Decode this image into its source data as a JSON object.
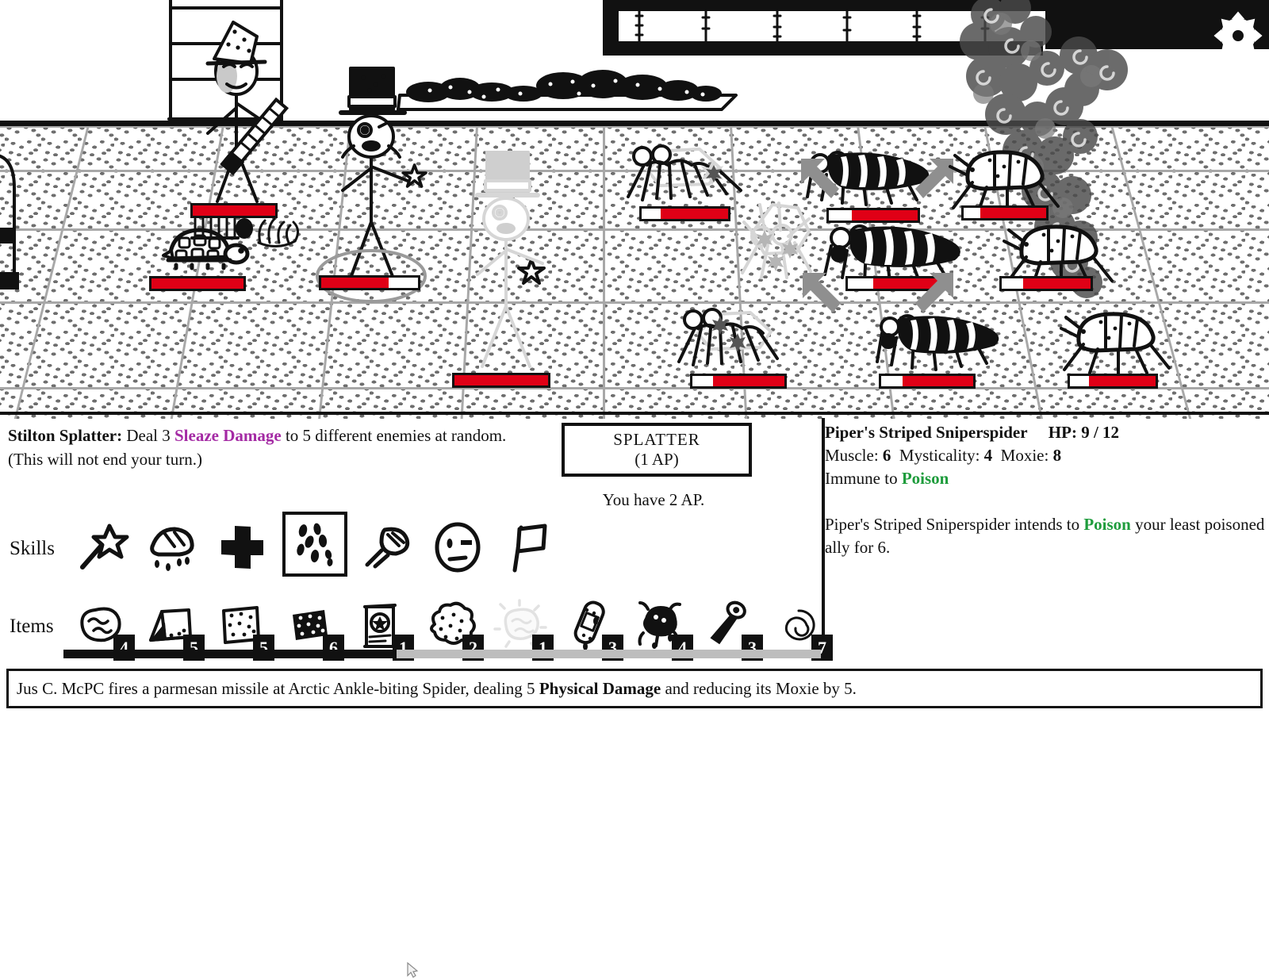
{
  "skill_description": {
    "name": "Stilton Splatter:",
    "pre": " Deal 3 ",
    "damage_type": "Sleaze Damage",
    "post": " to 5 different enemies at random.",
    "line2": "(This will not end your turn.)"
  },
  "action_box": {
    "action_label": "SPLATTER",
    "cost_label": "(1 AP)",
    "ap_hint": "You have 2 AP."
  },
  "skills": {
    "label": "Skills",
    "items": [
      {
        "name": "magic-wand-skill",
        "icon": "wand",
        "selected": false
      },
      {
        "name": "bleeding-shoe-skill",
        "icon": "shoe",
        "selected": false
      },
      {
        "name": "heal-cross-skill",
        "icon": "cross",
        "selected": false
      },
      {
        "name": "splatter-skill",
        "icon": "splatter",
        "selected": true
      },
      {
        "name": "thrown-cheese-skill",
        "icon": "throw",
        "selected": false
      },
      {
        "name": "taunt-face-skill",
        "icon": "face",
        "selected": false
      },
      {
        "name": "flag-skill",
        "icon": "flag",
        "selected": false
      }
    ]
  },
  "items": {
    "label": "Items",
    "entries": [
      {
        "name": "cheese-blob-item",
        "icon": "blob",
        "count": "4"
      },
      {
        "name": "cheese-bag-item",
        "icon": "bag",
        "count": "5"
      },
      {
        "name": "speckled-cheese-item",
        "icon": "slice",
        "count": "5"
      },
      {
        "name": "pepper-cheese-item",
        "icon": "dark-slice",
        "count": "6"
      },
      {
        "name": "star-can-item",
        "icon": "can",
        "count": "1"
      },
      {
        "name": "cloudy-cheese-item",
        "icon": "cloud",
        "count": "2"
      },
      {
        "name": "glowing-cheese-item",
        "icon": "glow",
        "count": "1"
      },
      {
        "name": "bandage-item",
        "icon": "bandage",
        "count": "3"
      },
      {
        "name": "squashed-bug-item",
        "icon": "bug",
        "count": "4"
      },
      {
        "name": "mallet-item",
        "icon": "mallet",
        "count": "3"
      },
      {
        "name": "swirl-item",
        "icon": "swirl",
        "count": "7"
      }
    ],
    "scroll": {
      "thumb_percent": 44
    }
  },
  "enemy_info": {
    "name": "Piper's Striped Sniperspider",
    "hp_label": "HP:",
    "hp_value": "9 / 12",
    "muscle_label": "Muscle:",
    "muscle_value": "6",
    "mysticality_label": "Mysticality:",
    "mysticality_value": "4",
    "moxie_label": "Moxie:",
    "moxie_value": "8",
    "immunity_prefix": "Immune to ",
    "immunity_status": "Poison",
    "intent_pre": "Piper's Striped Sniperspider intends to ",
    "intent_status": "Poison",
    "intent_post": " your least poisoned ally for 6."
  },
  "log": {
    "pre": "Jus C. McPC fires a parmesan missile at Arctic Ankle-biting Spider, dealing 5 ",
    "damage_type": "Physical Damage",
    "post": " and reducing its Moxie by 5."
  },
  "colors": {
    "sleaze": "#a42aa4",
    "poison": "#1e9c3c",
    "hp_red": "#e00016",
    "ink": "#111111",
    "scroll_track": "#bdbdbd"
  },
  "combatants": [
    {
      "name": "bard-stick-figure",
      "side": "ally",
      "hp_percent": 100
    },
    {
      "name": "turtle-ally",
      "side": "ally",
      "hp_percent": 100
    },
    {
      "name": "top-hat-wizard",
      "side": "ally",
      "hp_percent": 70
    },
    {
      "name": "ghost-ally",
      "side": "ally",
      "hp_percent": 100
    },
    {
      "name": "spider-top-left",
      "side": "enemy",
      "hp_percent": 78
    },
    {
      "name": "grub-top-mid",
      "side": "enemy",
      "hp_percent": 74
    },
    {
      "name": "beetle-top-right",
      "side": "enemy",
      "hp_percent": 80
    },
    {
      "name": "grub-mid",
      "side": "enemy",
      "hp_percent": 72
    },
    {
      "name": "beetle-mid-right",
      "side": "enemy",
      "hp_percent": 76
    },
    {
      "name": "spider-bottom-left",
      "side": "enemy",
      "hp_percent": 78
    },
    {
      "name": "grub-bottom",
      "side": "enemy",
      "hp_percent": 77
    },
    {
      "name": "beetle-bottom-right",
      "side": "enemy",
      "hp_percent": 78
    }
  ]
}
